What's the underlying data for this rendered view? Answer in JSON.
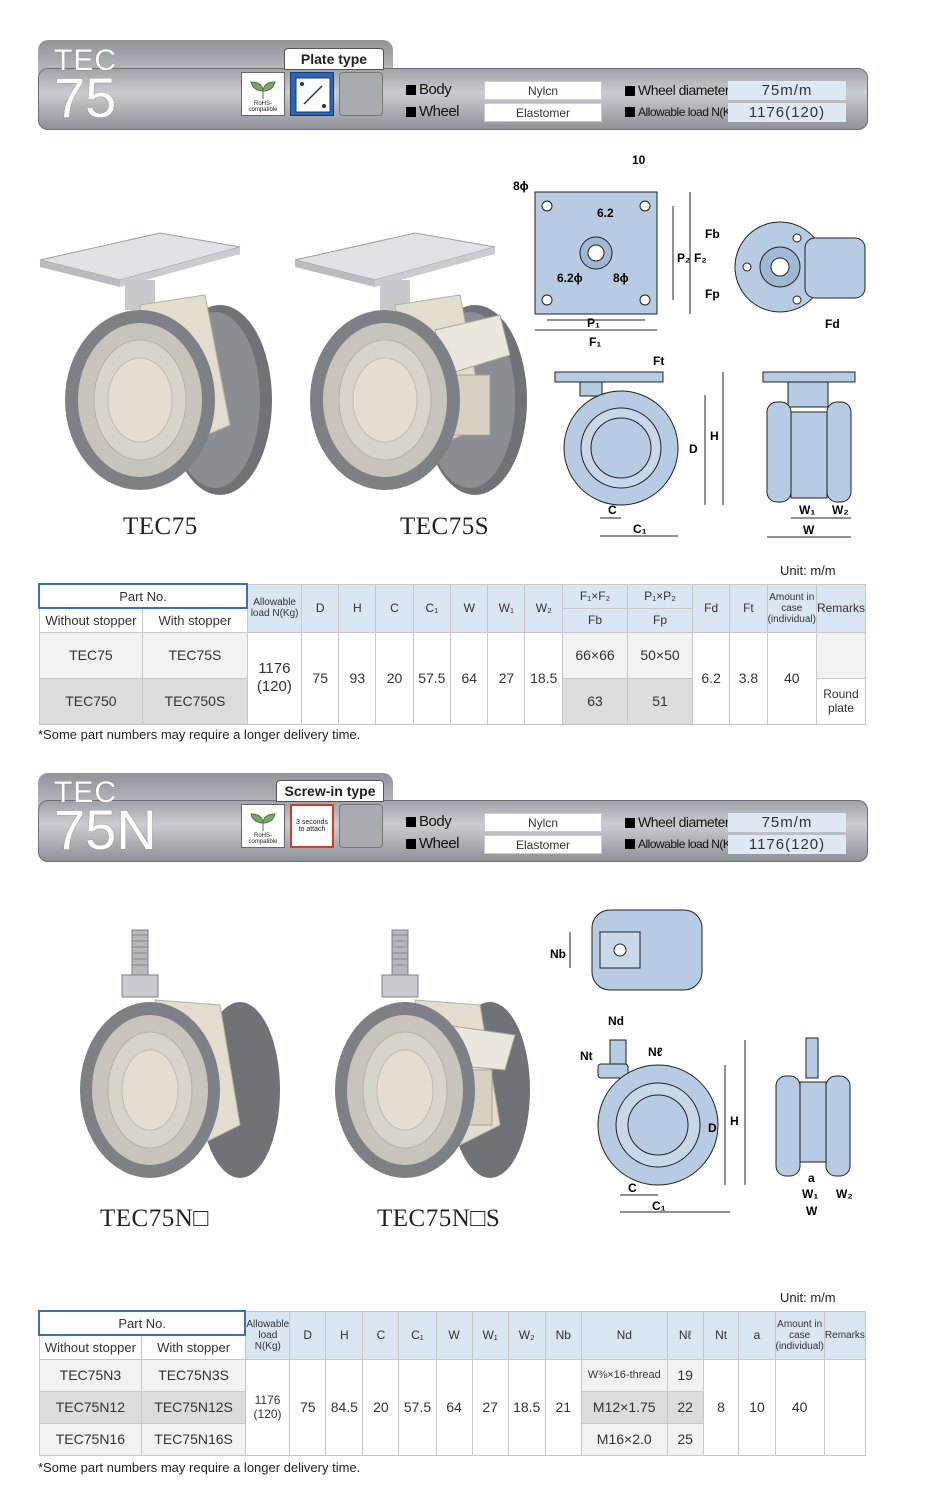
{
  "sections": [
    {
      "model_small": "TEC",
      "model_big": "75",
      "type_label": "Plate type",
      "badge_rohs": "RoHS-compatible",
      "specs": {
        "body_label": "Body",
        "body_value": "Nylcn",
        "wheel_label": "Wheel",
        "wheel_value": "Elastomer",
        "diameter_label": "Wheel diameter",
        "diameter_value": "75m/m",
        "load_label": "Allowable load N(Kg)",
        "load_value": "1176(120)"
      },
      "captions": [
        "TEC75",
        "TEC75S"
      ],
      "dims": {
        "d10": "10",
        "d8phi_top": "8ϕ",
        "d62phi_a": "6.2",
        "d62phi_b": "6.2ϕ",
        "d8phi_b": "8ϕ",
        "P2": "P₂",
        "F2": "F₂",
        "P1": "P₁",
        "F1": "F₁",
        "Fb": "Fb",
        "Fp": "Fp",
        "Fd": "Fd",
        "Ft": "Ft",
        "D": "D",
        "H": "H",
        "C": "C",
        "C1": "C₁",
        "W1": "W₁",
        "W2": "W₂",
        "W": "W"
      }
    },
    {
      "model_small": "TEC",
      "model_big": "75N",
      "type_label": "Screw-in type",
      "badge_rohs": "RoHS-compatible",
      "badge_attach": "3 seconds to attach",
      "specs": {
        "body_label": "Body",
        "body_value": "Nylcn",
        "wheel_label": "Wheel",
        "wheel_value": "Elastomer",
        "diameter_label": "Wheel diameter",
        "diameter_value": "75m/m",
        "load_label": "Allowable load N(Kg)",
        "load_value": "1176(120)"
      },
      "captions": [
        "TEC75N□",
        "TEC75N□S"
      ],
      "dims": {
        "Nb": "Nb",
        "Nd": "Nd",
        "Nt": "Nt",
        "Nl": "Nℓ",
        "D": "D",
        "H": "H",
        "C": "C",
        "C1": "C₁",
        "a": "a",
        "W1": "W₁",
        "W2": "W₂",
        "W": "W"
      }
    }
  ],
  "table1": {
    "unit": "Unit: m/m",
    "headers": {
      "part_no": "Part No.",
      "without": "Without stopper",
      "with": "With stopper",
      "load": "Allowable load N(Kg)",
      "D": "D",
      "H": "H",
      "C": "C",
      "C1": "C₁",
      "W": "W",
      "W1": "W₁",
      "W2": "W₂",
      "FF": "F₁×F₂",
      "Fb": "Fb",
      "PP": "P₁×P₂",
      "Fp": "Fp",
      "Fd": "Fd",
      "Ft": "Ft",
      "amount": "Amount in case (individual)",
      "remarks": "Remarks"
    },
    "rows": [
      {
        "without": "TEC75",
        "with": "TEC75S",
        "ff": "66×66",
        "pp": "50×50",
        "remarks": ""
      },
      {
        "without": "TEC750",
        "with": "TEC750S",
        "ff": "63",
        "pp": "51",
        "remarks": "Round plate"
      }
    ],
    "shared": {
      "load": "1176 (120)",
      "D": "75",
      "H": "93",
      "C": "20",
      "C1": "57.5",
      "W": "64",
      "W1": "27",
      "W2": "18.5",
      "Fd": "6.2",
      "Ft": "3.8",
      "amount": "40"
    },
    "note": "*Some part numbers may require a longer delivery time."
  },
  "table2": {
    "unit": "Unit: m/m",
    "headers": {
      "part_no": "Part No.",
      "without": "Without stopper",
      "with": "With stopper",
      "load": "Allowable load N(Kg)",
      "D": "D",
      "H": "H",
      "C": "C",
      "C1": "C₁",
      "W": "W",
      "W1": "W₁",
      "W2": "W₂",
      "Nb": "Nb",
      "Nd": "Nd",
      "Nl": "Nℓ",
      "Nt": "Nt",
      "a": "a",
      "amount": "Amount in case (individual)",
      "remarks": "Remarks"
    },
    "rows": [
      {
        "without": "TEC75N3",
        "with": "TEC75N3S",
        "nd": "W⅜×16-thread",
        "nl": "19"
      },
      {
        "without": "TEC75N12",
        "with": "TEC75N12S",
        "nd": "M12×1.75",
        "nl": "22"
      },
      {
        "without": "TEC75N16",
        "with": "TEC75N16S",
        "nd": "M16×2.0",
        "nl": "25"
      }
    ],
    "shared": {
      "load": "1176 (120)",
      "D": "75",
      "H": "84.5",
      "C": "20",
      "C1": "57.5",
      "W": "64",
      "W1": "27",
      "W2": "18.5",
      "Nb": "21",
      "Nt": "8",
      "a": "10",
      "amount": "40"
    },
    "note": "*Some part numbers may require a longer delivery time."
  }
}
